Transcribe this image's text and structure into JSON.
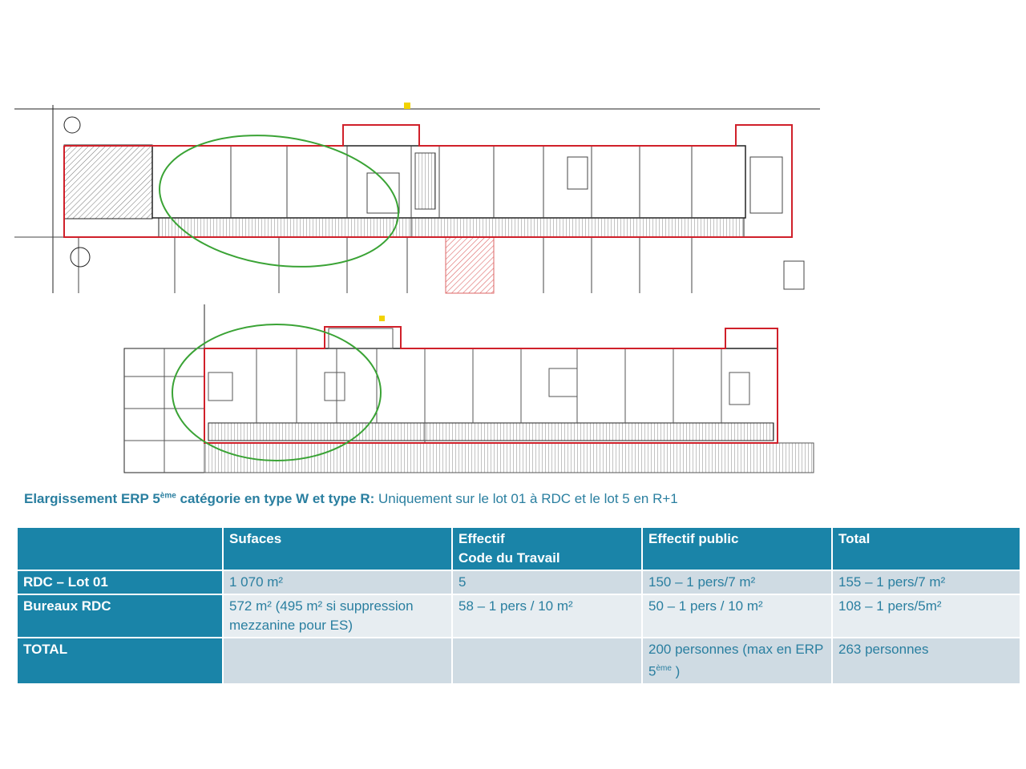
{
  "caption": {
    "bold": "Elargissement ERP 5",
    "bold_sup": "ème",
    "bold_rest": " catégorie en type W et type R:",
    "rest": " Uniquement sur le lot 01 à RDC et le lot 5 en R+1"
  },
  "table": {
    "headers": [
      "",
      "Sufaces",
      "Effectif",
      "Code du Travail",
      "Effectif public",
      "Total"
    ],
    "rows": [
      {
        "label": "RDC – Lot 01",
        "surfaces": "1 070 m²",
        "effectif": "5",
        "public": "150 – 1 pers/7 m²",
        "total": "155 – 1 pers/7 m²"
      },
      {
        "label": "Bureaux RDC",
        "surfaces": "572 m² (495 m² si suppression mezzanine pour ES)",
        "effectif": "58 – 1 pers / 10 m²",
        "public": "50 – 1 pers / 10 m²",
        "total": "108 – 1 pers/5m²"
      },
      {
        "label": "TOTAL",
        "surfaces": "",
        "effectif": "",
        "public": "200 personnes (max en ERP 5",
        "public_sup": "ème",
        "public_end": " )",
        "total": "263 personnes"
      }
    ]
  },
  "colors": {
    "header": "#1a84a8",
    "text": "#2a7fa0",
    "outline": "#d0202a",
    "highlight": "#3aa335"
  }
}
